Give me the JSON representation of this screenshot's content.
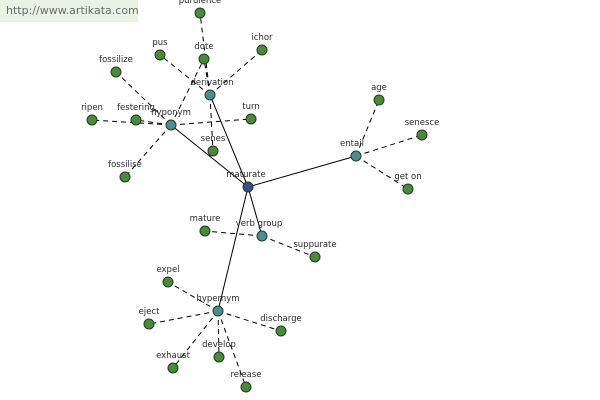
{
  "watermark": "http://www.artikata.com",
  "colors": {
    "center": "#3a4e8c",
    "relation": "#4e8c94",
    "leaf": "#4a8a3a"
  },
  "nodes": [
    {
      "id": "maturate",
      "label": "maturate",
      "kind": "center"
    },
    {
      "id": "derivation",
      "label": "derivation",
      "kind": "relation"
    },
    {
      "id": "hyponym",
      "label": "hyponym",
      "kind": "relation"
    },
    {
      "id": "entail",
      "label": "entail",
      "kind": "relation"
    },
    {
      "id": "verb-group",
      "label": "verb group",
      "kind": "relation"
    },
    {
      "id": "hypernym",
      "label": "hypernym",
      "kind": "relation"
    },
    {
      "id": "purulence",
      "label": "purulence",
      "kind": "leaf"
    },
    {
      "id": "pus",
      "label": "pus",
      "kind": "leaf"
    },
    {
      "id": "dote",
      "label": "dote",
      "kind": "leaf"
    },
    {
      "id": "ichor",
      "label": "ichor",
      "kind": "leaf"
    },
    {
      "id": "fossilize",
      "label": "fossilize",
      "kind": "leaf"
    },
    {
      "id": "ripen",
      "label": "ripen",
      "kind": "leaf"
    },
    {
      "id": "festering",
      "label": "festering",
      "kind": "leaf"
    },
    {
      "id": "turn",
      "label": "turn",
      "kind": "leaf"
    },
    {
      "id": "senes",
      "label": "senes",
      "kind": "leaf"
    },
    {
      "id": "fossilise",
      "label": "fossilise",
      "kind": "leaf"
    },
    {
      "id": "age",
      "label": "age",
      "kind": "leaf"
    },
    {
      "id": "senesce",
      "label": "senesce",
      "kind": "leaf"
    },
    {
      "id": "get-on",
      "label": "get on",
      "kind": "leaf"
    },
    {
      "id": "mature",
      "label": "mature",
      "kind": "leaf"
    },
    {
      "id": "suppurate",
      "label": "suppurate",
      "kind": "leaf"
    },
    {
      "id": "expel",
      "label": "expel",
      "kind": "leaf"
    },
    {
      "id": "eject",
      "label": "eject",
      "kind": "leaf"
    },
    {
      "id": "discharge",
      "label": "discharge",
      "kind": "leaf"
    },
    {
      "id": "exhaust",
      "label": "exhaust",
      "kind": "leaf"
    },
    {
      "id": "develop",
      "label": "develop",
      "kind": "leaf"
    },
    {
      "id": "release",
      "label": "release",
      "kind": "leaf"
    }
  ],
  "edges": [
    {
      "from": "maturate",
      "to": "derivation",
      "style": "solid"
    },
    {
      "from": "maturate",
      "to": "hyponym",
      "style": "solid"
    },
    {
      "from": "maturate",
      "to": "entail",
      "style": "solid"
    },
    {
      "from": "maturate",
      "to": "verb-group",
      "style": "solid"
    },
    {
      "from": "maturate",
      "to": "hypernym",
      "style": "solid"
    },
    {
      "from": "derivation",
      "to": "purulence",
      "style": "dashed"
    },
    {
      "from": "derivation",
      "to": "pus",
      "style": "dashed"
    },
    {
      "from": "derivation",
      "to": "dote",
      "style": "dashed"
    },
    {
      "from": "derivation",
      "to": "ichor",
      "style": "dashed"
    },
    {
      "from": "derivation",
      "to": "senes",
      "style": "dashed"
    },
    {
      "from": "hyponym",
      "to": "fossilize",
      "style": "dashed"
    },
    {
      "from": "hyponym",
      "to": "ripen",
      "style": "dashed"
    },
    {
      "from": "hyponym",
      "to": "festering",
      "style": "dashed"
    },
    {
      "from": "hyponym",
      "to": "turn",
      "style": "dashed"
    },
    {
      "from": "hyponym",
      "to": "fossilise",
      "style": "dashed"
    },
    {
      "from": "hyponym",
      "to": "dote",
      "style": "dashed"
    },
    {
      "from": "entail",
      "to": "age",
      "style": "dashed"
    },
    {
      "from": "entail",
      "to": "senesce",
      "style": "dashed"
    },
    {
      "from": "entail",
      "to": "get-on",
      "style": "dashed"
    },
    {
      "from": "verb-group",
      "to": "mature",
      "style": "dashed"
    },
    {
      "from": "verb-group",
      "to": "suppurate",
      "style": "dashed"
    },
    {
      "from": "hypernym",
      "to": "expel",
      "style": "dashed"
    },
    {
      "from": "hypernym",
      "to": "eject",
      "style": "dashed"
    },
    {
      "from": "hypernym",
      "to": "discharge",
      "style": "dashed"
    },
    {
      "from": "hypernym",
      "to": "exhaust",
      "style": "dashed"
    },
    {
      "from": "hypernym",
      "to": "develop",
      "style": "dashed"
    },
    {
      "from": "hypernym",
      "to": "release",
      "style": "dashed"
    }
  ]
}
